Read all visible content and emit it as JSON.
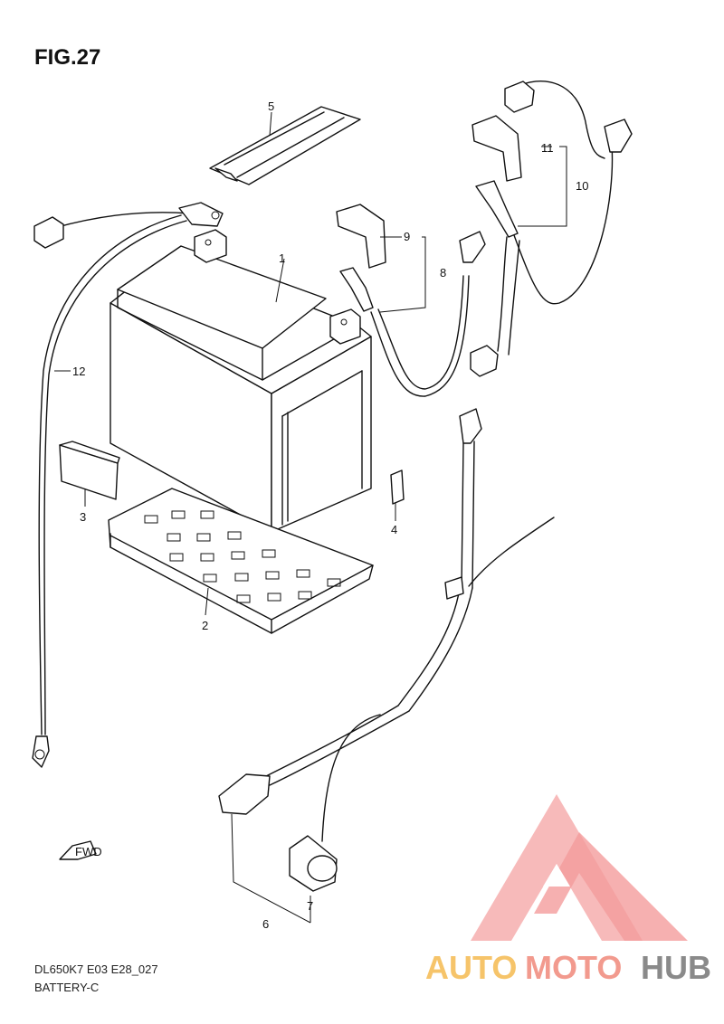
{
  "figure": {
    "title": "FIG.27",
    "model_code": "DL650K7 E03 E28_027",
    "subtitle": "BATTERY-C"
  },
  "callouts": [
    "1",
    "2",
    "3",
    "4",
    "5",
    "6",
    "7",
    "8",
    "9",
    "10",
    "11",
    "12"
  ],
  "fwd_label": "FWD",
  "watermark": {
    "part1": "AUTO",
    "part2": "MOTO",
    "part3": "HUB",
    "colors": {
      "auto": "#f6c46a",
      "moto": "#f29a8e",
      "hub": "#8a8a8a",
      "logo": "#f07a7a"
    }
  }
}
